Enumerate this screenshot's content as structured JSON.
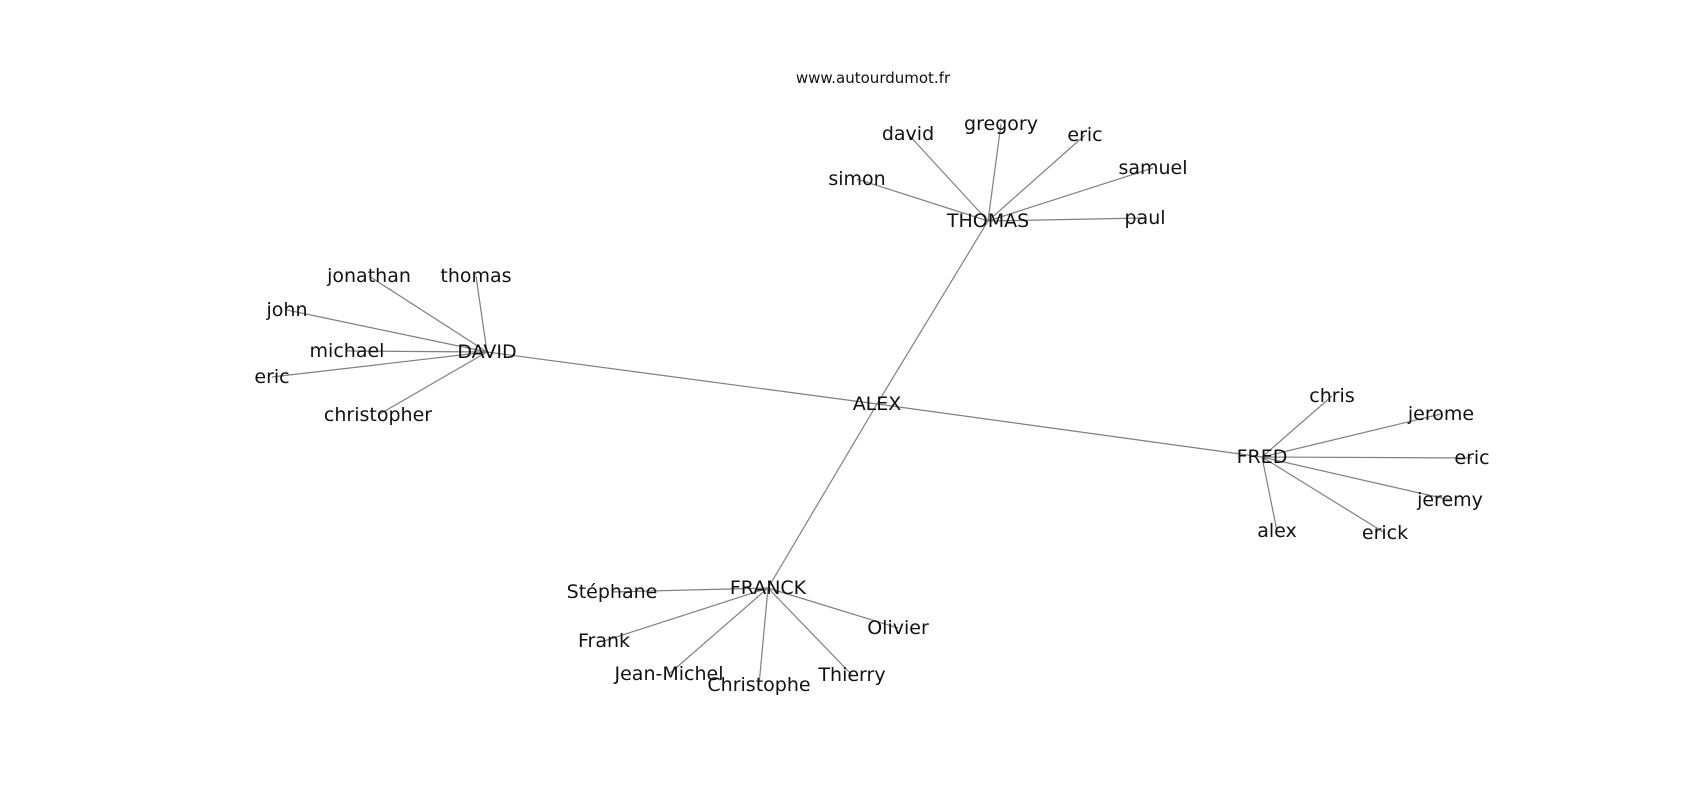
{
  "header": {
    "site": "www.autourdumot.fr"
  },
  "graph": {
    "root": "ALEX",
    "hubs": [
      {
        "name": "THOMAS",
        "leaves": [
          "simon",
          "david",
          "gregory",
          "eric",
          "samuel",
          "paul"
        ]
      },
      {
        "name": "DAVID",
        "leaves": [
          "jonathan",
          "thomas",
          "john",
          "michael",
          "eric",
          "christopher"
        ]
      },
      {
        "name": "FRED",
        "leaves": [
          "chris",
          "jerome",
          "eric",
          "jeremy",
          "erick",
          "alex"
        ]
      },
      {
        "name": "FRANCK",
        "leaves": [
          "Stéphane",
          "Frank",
          "Jean-Michel",
          "Christophe",
          "Thierry",
          "Olivier"
        ]
      }
    ]
  }
}
